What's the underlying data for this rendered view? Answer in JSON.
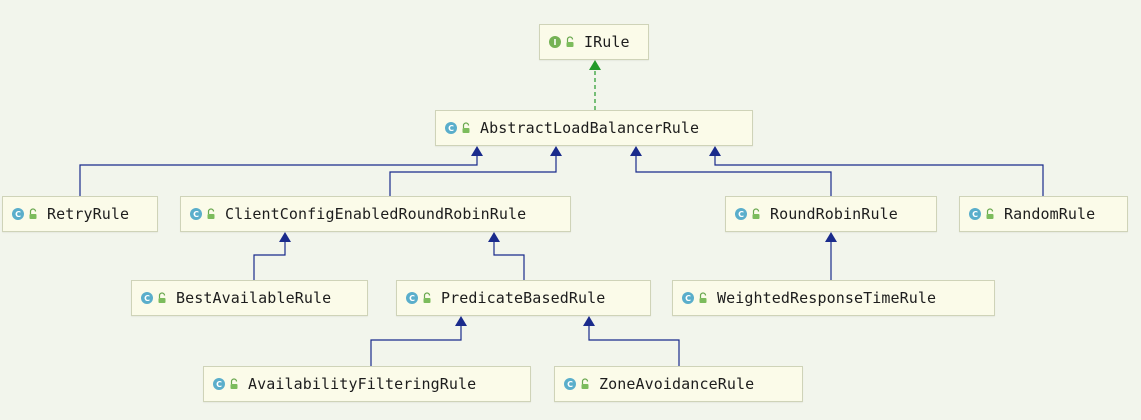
{
  "colors": {
    "background": "#f2f5ec",
    "node_fill": "#fbfbe9",
    "node_border": "#cfd3b8",
    "extends_edge": "#1a2b8c",
    "implements_edge": "#239a2a",
    "class_badge": "#5aaecb",
    "interface_badge": "#75b255"
  },
  "nodes": [
    {
      "id": "irule",
      "label": "IRule",
      "kind": "interface",
      "badge": "I"
    },
    {
      "id": "abstract-load-balancer-rule",
      "label": "AbstractLoadBalancerRule",
      "kind": "class",
      "badge": "C"
    },
    {
      "id": "retry-rule",
      "label": "RetryRule",
      "kind": "class",
      "badge": "C"
    },
    {
      "id": "client-config-enabled-round-robin-rule",
      "label": "ClientConfigEnabledRoundRobinRule",
      "kind": "class",
      "badge": "C"
    },
    {
      "id": "round-robin-rule",
      "label": "RoundRobinRule",
      "kind": "class",
      "badge": "C"
    },
    {
      "id": "random-rule",
      "label": "RandomRule",
      "kind": "class",
      "badge": "C"
    },
    {
      "id": "best-available-rule",
      "label": "BestAvailableRule",
      "kind": "class",
      "badge": "C"
    },
    {
      "id": "predicate-based-rule",
      "label": "PredicateBasedRule",
      "kind": "class",
      "badge": "C"
    },
    {
      "id": "weighted-response-time-rule",
      "label": "WeightedResponseTimeRule",
      "kind": "class",
      "badge": "C"
    },
    {
      "id": "availability-filtering-rule",
      "label": "AvailabilityFilteringRule",
      "kind": "class",
      "badge": "C"
    },
    {
      "id": "zone-avoidance-rule",
      "label": "ZoneAvoidanceRule",
      "kind": "class",
      "badge": "C"
    }
  ],
  "edges": [
    {
      "from": "abstract-load-balancer-rule",
      "to": "irule",
      "type": "implements"
    },
    {
      "from": "retry-rule",
      "to": "abstract-load-balancer-rule",
      "type": "extends"
    },
    {
      "from": "client-config-enabled-round-robin-rule",
      "to": "abstract-load-balancer-rule",
      "type": "extends"
    },
    {
      "from": "round-robin-rule",
      "to": "abstract-load-balancer-rule",
      "type": "extends"
    },
    {
      "from": "random-rule",
      "to": "abstract-load-balancer-rule",
      "type": "extends"
    },
    {
      "from": "best-available-rule",
      "to": "client-config-enabled-round-robin-rule",
      "type": "extends"
    },
    {
      "from": "predicate-based-rule",
      "to": "client-config-enabled-round-robin-rule",
      "type": "extends"
    },
    {
      "from": "weighted-response-time-rule",
      "to": "round-robin-rule",
      "type": "extends"
    },
    {
      "from": "availability-filtering-rule",
      "to": "predicate-based-rule",
      "type": "extends"
    },
    {
      "from": "zone-avoidance-rule",
      "to": "predicate-based-rule",
      "type": "extends"
    }
  ]
}
